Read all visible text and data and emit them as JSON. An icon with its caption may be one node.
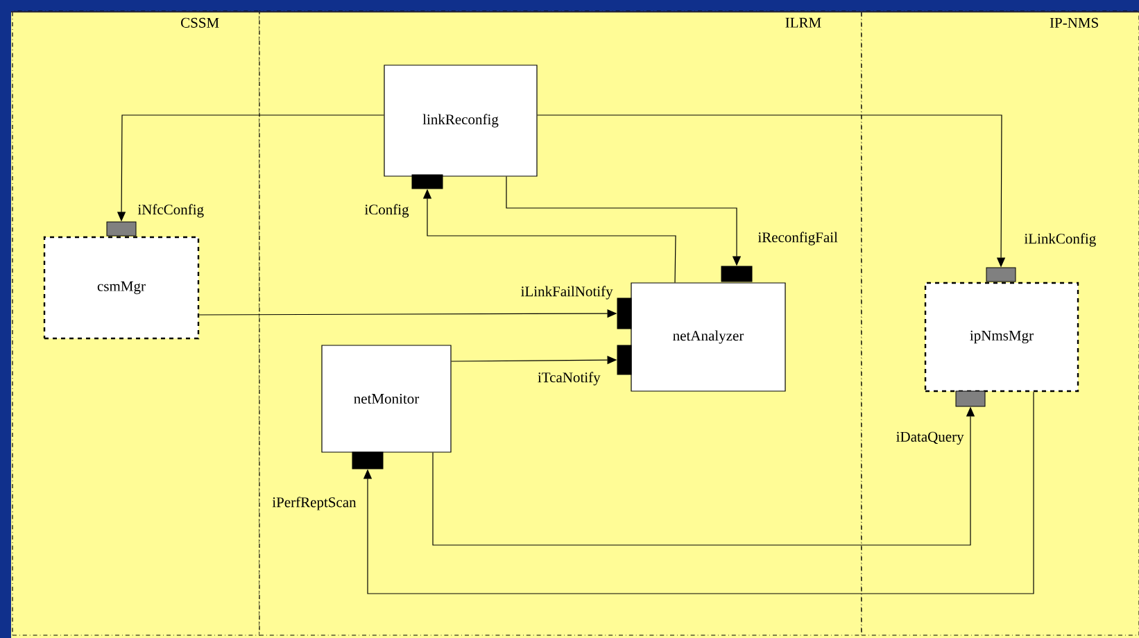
{
  "diagram": {
    "nodes": [
      {
        "text": [
          "CSSM"
        ]
      },
      {
        "text": [
          "ILRM"
        ]
      },
      {
        "text": [
          "IP-NMS"
        ]
      },
      {
        "text": [
          "linkReconfig"
        ],
        "in": 1
      },
      {
        "text": [
          "csmMgr"
        ],
        "in": 0
      },
      {
        "text": [
          "netAnalyzer"
        ],
        "in": 1
      },
      {
        "text": [
          "netMonitor"
        ],
        "in": 1
      },
      {
        "text": [
          "ipNmsMgr"
        ],
        "in": 2
      },
      {
        "text": [],
        "shape": "box",
        "beside": [
          "iConfig"
        ],
        "in": 1
      },
      {
        "text": [],
        "shape": "box",
        "beside": [
          "iNfcConfig"
        ],
        "in": 0
      },
      {
        "text": [],
        "shape": "box",
        "beside": [
          "iReconfigFail"
        ],
        "in": 1
      },
      {
        "text": [],
        "shape": "box",
        "beside": [
          "iLinkFailNotify"
        ],
        "in": 1
      },
      {
        "text": [],
        "shape": "box",
        "beside": [
          "iTcaNotify"
        ],
        "in": 1
      },
      {
        "text": [],
        "shape": "box",
        "beside": [
          "iLinkConfig"
        ],
        "in": 2
      },
      {
        "text": [],
        "shape": "box",
        "beside": [
          "iDataQuery"
        ],
        "in": 2
      },
      {
        "text": [],
        "shape": "box",
        "beside": [
          "iPerfReptScan"
        ],
        "in": 1
      }
    ],
    "edges": [
      {
        "from": 3,
        "to": 9,
        "arrow": "to"
      },
      {
        "from": 3,
        "to": 13,
        "arrow": "to"
      },
      {
        "from": 3,
        "to": 10,
        "arrow": "to"
      },
      {
        "from": 5,
        "to": 8,
        "arrow": "to"
      },
      {
        "from": 4,
        "to": 11,
        "arrow": "to"
      },
      {
        "from": 6,
        "to": 12,
        "arrow": "to"
      },
      {
        "from": 6,
        "to": 14,
        "arrow": "to"
      },
      {
        "from": 7,
        "to": 15,
        "arrow": "to"
      }
    ]
  }
}
